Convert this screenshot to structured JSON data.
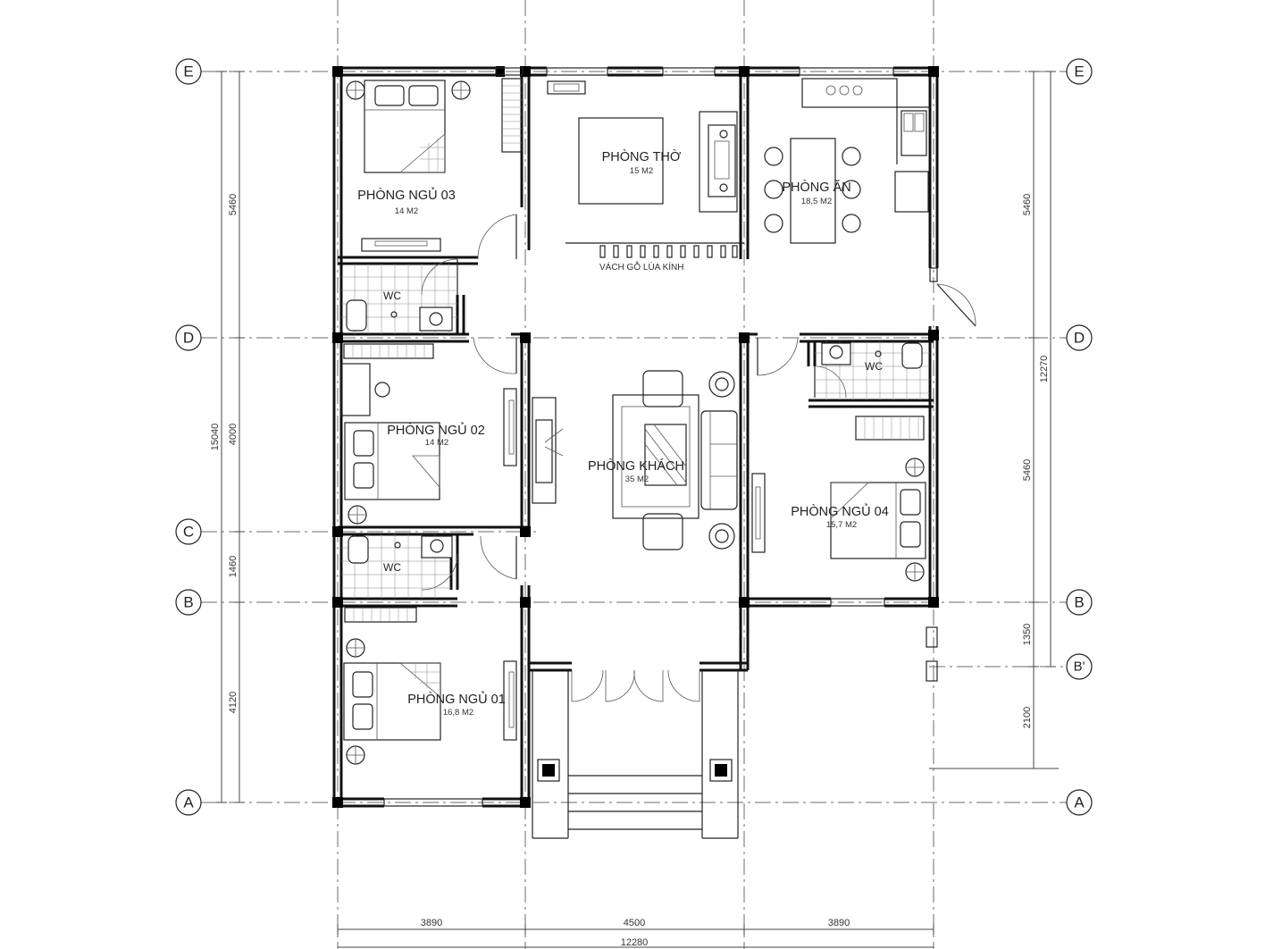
{
  "grid_axes": {
    "horizontal": [
      "E",
      "D",
      "C",
      "B",
      "B'",
      "A"
    ],
    "vertical_right": [
      "E",
      "D",
      "B",
      "B'",
      "A"
    ]
  },
  "rooms": {
    "phong_ngu_03": {
      "name": "PHÒNG NGỦ 03",
      "area": "14 M2"
    },
    "phong_tho": {
      "name": "PHÒNG THỜ",
      "area": "15 M2"
    },
    "phong_an": {
      "name": "PHÒNG ĂN",
      "area": "18,5 M2"
    },
    "phong_ngu_02": {
      "name": "PHÒNG NGỦ 02",
      "area": "14 M2"
    },
    "phong_khach": {
      "name": "PHÒNG KHÁCH",
      "area": "35 M2"
    },
    "phong_ngu_04": {
      "name": "PHÒNG NGỦ 04",
      "area": "15,7 M2"
    },
    "phong_ngu_01": {
      "name": "PHÒNG NGỦ 01",
      "area": "16,8 M2"
    },
    "wc_1": "WC",
    "wc_2": "WC",
    "wc_3": "WC"
  },
  "note_vach": "VÁCH GỖ LÙA KÍNH",
  "dimensions": {
    "left_outer": "15040",
    "left_inner": [
      "5460",
      "4000",
      "1460",
      "4120"
    ],
    "right_outer": "12270",
    "right_inner": [
      "5460",
      "5460",
      "1350",
      "2100"
    ],
    "bottom_inner": [
      "3890",
      "4500",
      "3890"
    ],
    "bottom_outer": "12280"
  }
}
